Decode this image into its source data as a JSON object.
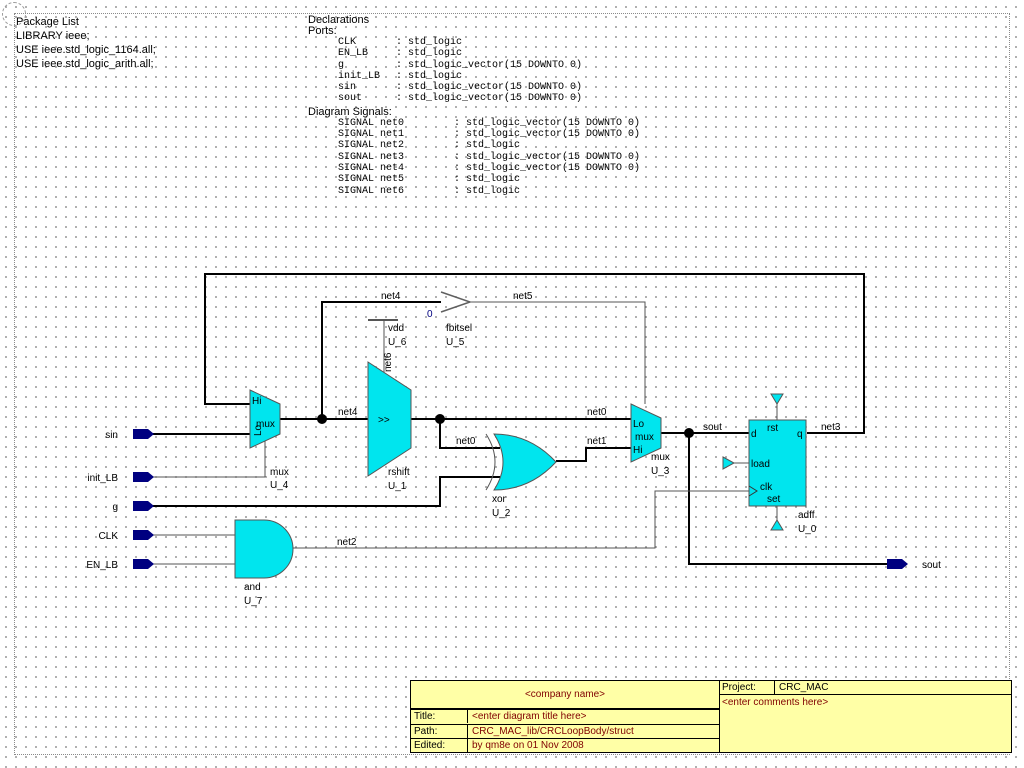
{
  "package_list": {
    "title": "Package List",
    "lines": [
      "LIBRARY ieee;",
      "USE ieee.std_logic_1164.all;",
      "USE ieee.std_logic_arith.all;"
    ]
  },
  "declarations": {
    "title": "Declarations",
    "ports_title": "Ports:",
    "ports": [
      {
        "name": "CLK",
        "type": ": std_logic"
      },
      {
        "name": "EN_LB",
        "type": ": std_logic"
      },
      {
        "name": "g",
        "type": ": std_logic_vector(15 DOWNTO 0)"
      },
      {
        "name": "init_LB",
        "type": ": std_logic"
      },
      {
        "name": "sin",
        "type": ": std_logic_vector(15 DOWNTO 0)"
      },
      {
        "name": "sout",
        "type": ": std_logic_vector(15 DOWNTO 0)"
      }
    ],
    "signals_title": "Diagram Signals:",
    "signals": [
      {
        "name": "SIGNAL net0",
        "type": ": std_logic_vector(15 DOWNTO 0)"
      },
      {
        "name": "SIGNAL net1",
        "type": ": std_logic_vector(15 DOWNTO 0)"
      },
      {
        "name": "SIGNAL net2",
        "type": ": std_logic"
      },
      {
        "name": "SIGNAL net3",
        "type": ": std_logic_vector(15 DOWNTO 0)"
      },
      {
        "name": "SIGNAL net4",
        "type": ": std_logic_vector(15 DOWNTO 0)"
      },
      {
        "name": "SIGNAL net5",
        "type": ": std_logic"
      },
      {
        "name": "SIGNAL net6",
        "type": ": std_logic"
      }
    ]
  },
  "ports": {
    "sin": "sin",
    "init_lb": "init_LB",
    "g": "g",
    "clk": "CLK",
    "en_lb": "EN_LB",
    "sout": "sout"
  },
  "nets": {
    "net4_top": "net4",
    "net5": "net5",
    "net4_mid": "net4",
    "net0_top": "net0",
    "net0_xor": "net0",
    "net1": "net1",
    "sout": "sout",
    "net3": "net3",
    "net2": "net2",
    "net6": "net6"
  },
  "components": {
    "mux_u4": {
      "in_hi": "Hi",
      "body": "mux",
      "in_lo": "Lo",
      "type": "mux",
      "inst": "U_4"
    },
    "rshift_u1": {
      "body": ">>",
      "type": "rshift",
      "inst": "U_1"
    },
    "vdd_u6": {
      "type": "vdd",
      "inst": "U_6"
    },
    "fbitsel_u5": {
      "const": "0",
      "type": "fbitsel",
      "inst": "U_5"
    },
    "xor_u2": {
      "type": "xor",
      "inst": "U_2"
    },
    "mux_u3": {
      "in_lo": "Lo",
      "body": "mux",
      "in_hi": "Hi",
      "type": "mux",
      "inst": "U_3"
    },
    "adff_u0": {
      "d": "d",
      "rst": "rst",
      "q": "q",
      "load": "load",
      "clk": "clk",
      "set": "set",
      "type": "adff",
      "inst": "U_0"
    },
    "and_u7": {
      "type": "and",
      "inst": "U_7"
    }
  },
  "title_block": {
    "company": "<company name>",
    "project_label": "Project:",
    "project_value": "CRC_MAC",
    "comments": "<enter comments here>",
    "title_label": "Title:",
    "title_value": "<enter diagram title here>",
    "path_label": "Path:",
    "path_value": "CRC_MAC_lib/CRCLoopBody/struct",
    "edited_label": "Edited:",
    "edited_value": "by qm8e on 01 Nov 2008"
  },
  "colors": {
    "component_fill": "#00e5ee",
    "port_fill": "#000080",
    "wire": "#000000",
    "thin_wire": "#606060",
    "title_block_fill": "#ffffa6",
    "title_block_red": "#800000"
  }
}
